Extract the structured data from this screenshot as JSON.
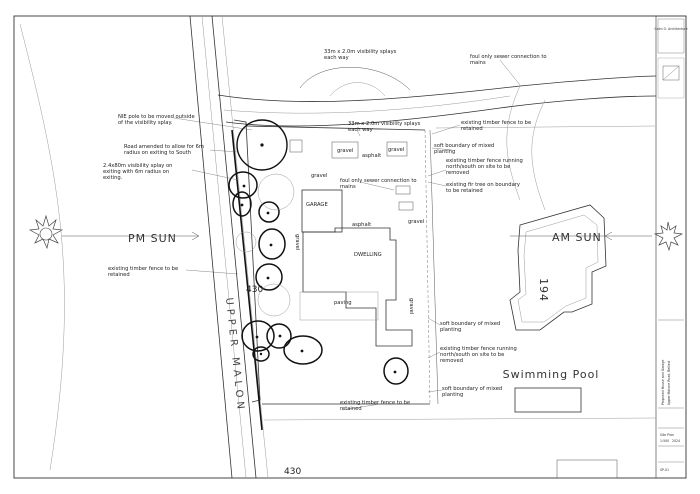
{
  "sheet": {
    "border_color": "#333333",
    "tree_outline_color": "#111111"
  },
  "labels": {
    "visibility_splays_top": "33m x 2.0m visibility splays each way",
    "foul_sewer_top": "foul only sewer connection to mains",
    "nie_pole": "NIE pole to be moved outside of the visibility splay.",
    "road_amended": "Road amended to allow for 6m radius on exiting to South",
    "visibility_splay_exit": "2.4x80m visibility splay on exiting with 6m radius on exiting.",
    "visibility_splays_mid": "33m x 2.0m visibility splays each way",
    "fence_retained_top": "existing timber fence to be retained",
    "soft_boundary_top": "soft boundary of mixed planting",
    "fence_removed_top": "existing timber fence running north/south on site to be removed",
    "fir_tree": "existing fir tree on boundary to be retained",
    "fence_retained_left": "existing timber fence to be retained",
    "soft_boundary_mid": "soft boundary of mixed planting",
    "fence_removed_mid": "existing timber fence running north/south on site to be removed",
    "soft_boundary_low": "soft boundary of mixed planting",
    "fence_retained_bottom": "existing timber fence to be retained",
    "foul_sewer_site": "foul only sewer connection to mains",
    "gravel": "gravel",
    "asphalt": "asphalt",
    "garage": "GARAGE",
    "dwelling": "DWELLING",
    "paving": "paving",
    "swimming_pool": "Swimming Pool",
    "house_number": "194",
    "pm_sun": "PM SUN",
    "am_sun": "AM SUN",
    "road_name": "UPPER MALON",
    "level_430": "430"
  },
  "title_block": {
    "practice": "Colm O. Architecture",
    "project": "Proposed House and Garage",
    "address": "Upper Malone Road, Belfast",
    "drawing": "Site Plan",
    "scale": "1:500",
    "date": "2024",
    "dwg_no": "SP-01"
  }
}
